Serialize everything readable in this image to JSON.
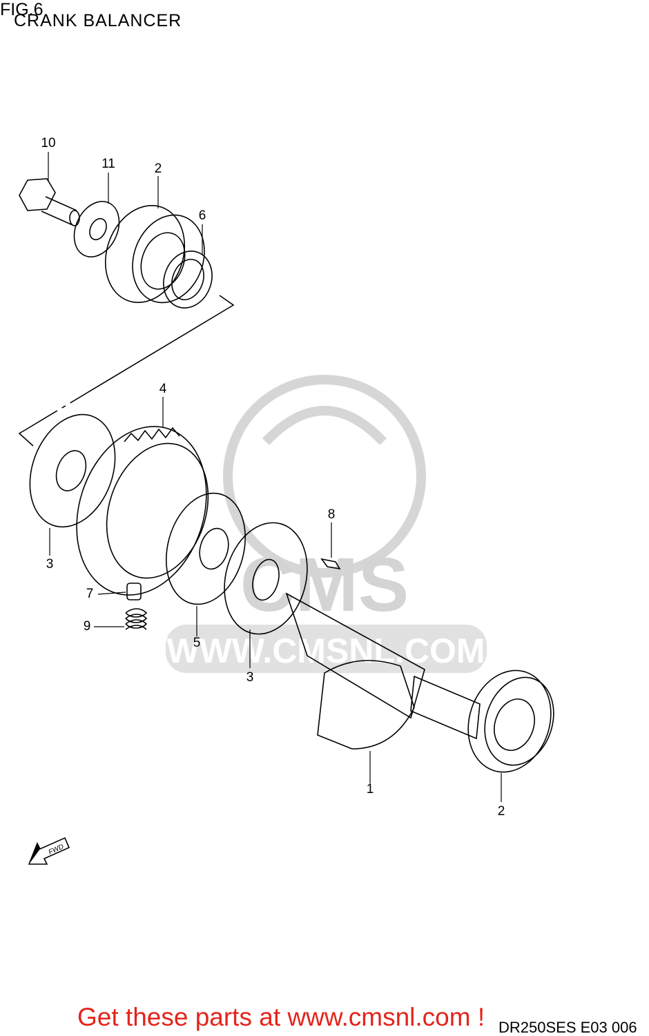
{
  "figure": {
    "number": "FIG.6",
    "title": "CRANK BALANCER"
  },
  "callouts": [
    {
      "id": "callout-10",
      "label": "10"
    },
    {
      "id": "callout-11",
      "label": "11"
    },
    {
      "id": "callout-2-top",
      "label": "2"
    },
    {
      "id": "callout-6",
      "label": "6"
    },
    {
      "id": "callout-4",
      "label": "4"
    },
    {
      "id": "callout-3-left",
      "label": "3"
    },
    {
      "id": "callout-8",
      "label": "8"
    },
    {
      "id": "callout-7",
      "label": "7"
    },
    {
      "id": "callout-9",
      "label": "9"
    },
    {
      "id": "callout-5",
      "label": "5"
    },
    {
      "id": "callout-3-center",
      "label": "3"
    },
    {
      "id": "callout-1",
      "label": "1"
    },
    {
      "id": "callout-2-bottom",
      "label": "2"
    }
  ],
  "fwd_arrow": {
    "label": "FWD",
    "icon": "fwd-arrow-icon"
  },
  "watermark": {
    "brand": "CMS",
    "url": "WWW.CMSNL.COM"
  },
  "promo_text": "Get these parts at www.cmsnl.com !",
  "diagram_code": "DR250SES E03  006",
  "colors": {
    "promo": "#e4241b",
    "watermark": "#c8c8c8",
    "line": "#000000"
  }
}
